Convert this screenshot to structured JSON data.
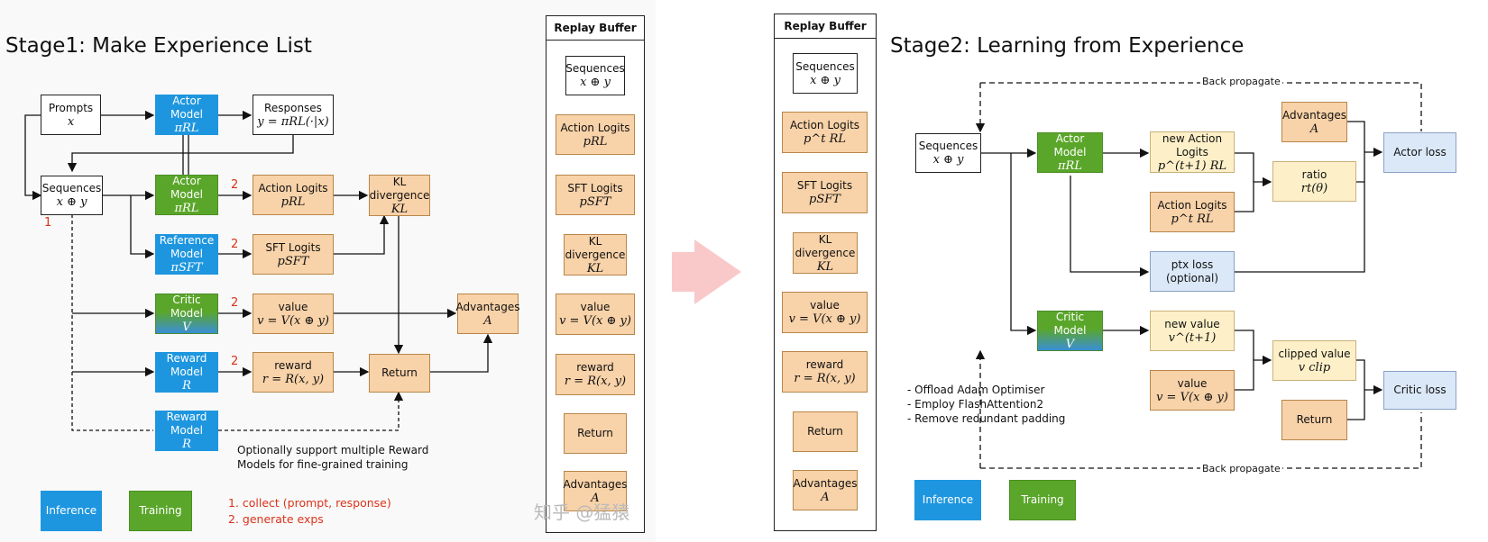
{
  "stage1": {
    "title": "Stage1: Make Experience List",
    "prompts": {
      "label": "Prompts",
      "math": "x"
    },
    "actor_infer": {
      "label": "Actor Model",
      "math": "πRL"
    },
    "responses": {
      "label": "Responses",
      "math": "y = πRL(·|x)"
    },
    "sequences": {
      "label": "Sequences",
      "math": "x ⊕ y"
    },
    "actor_train": {
      "label": "Actor Model",
      "math": "πRL"
    },
    "reference": {
      "label": "Reference Model",
      "math": "πSFT"
    },
    "critic": {
      "label": "Critic Model",
      "math": "V"
    },
    "reward1": {
      "label": "Reward Model",
      "math": "R"
    },
    "reward2": {
      "label": "Reward Model",
      "math": "R"
    },
    "action_logits": {
      "label": "Action Logits",
      "math": "pRL"
    },
    "sft_logits": {
      "label": "SFT Logits",
      "math": "pSFT"
    },
    "value": {
      "label": "value",
      "math": "v = V(x ⊕ y)"
    },
    "reward": {
      "label": "reward",
      "math": "r = R(x, y)"
    },
    "kl": {
      "label": "KL divergence",
      "math": "KL"
    },
    "return": {
      "label": "Return"
    },
    "advantages": {
      "label": "Advantages",
      "math": "A"
    },
    "num1": "1",
    "num2": "2",
    "optional_note": [
      "Optionally support multiple Reward",
      "Models for fine-grained training"
    ],
    "legend_inference": "Inference",
    "legend_training": "Training",
    "steps": [
      "1. collect (prompt, response)",
      "2. generate exps"
    ],
    "watermark": "知乎 @猛猿"
  },
  "buffer_left": {
    "title": "Replay Buffer",
    "items": [
      {
        "label": "Sequences",
        "math": "x ⊕ y"
      },
      {
        "label": "Action Logits",
        "math": "pRL"
      },
      {
        "label": "SFT Logits",
        "math": "pSFT"
      },
      {
        "label": "KL divergence",
        "math": "KL"
      },
      {
        "label": "value",
        "math": "v = V(x ⊕ y)"
      },
      {
        "label": "reward",
        "math": "r = R(x, y)"
      },
      {
        "label": "Return",
        "math": ""
      },
      {
        "label": "Advantages",
        "math": "A"
      }
    ]
  },
  "buffer_right": {
    "title": "Replay Buffer",
    "items": [
      {
        "label": "Sequences",
        "math": "x ⊕ y"
      },
      {
        "label": "Action Logits",
        "math": "p^t RL"
      },
      {
        "label": "SFT Logits",
        "math": "pSFT"
      },
      {
        "label": "KL divergence",
        "math": "KL"
      },
      {
        "label": "value",
        "math": "v = V(x ⊕ y)"
      },
      {
        "label": "reward",
        "math": "r = R(x, y)"
      },
      {
        "label": "Return",
        "math": ""
      },
      {
        "label": "Advantages",
        "math": "A"
      }
    ]
  },
  "stage2": {
    "title": "Stage2: Learning from Experience",
    "back_propagate": "Back propagate",
    "sequences": {
      "label": "Sequences",
      "math": "x ⊕ y"
    },
    "actor": {
      "label": "Actor Model",
      "math": "πRL"
    },
    "critic": {
      "label": "Critic Model",
      "math": "V"
    },
    "new_action_logits": {
      "label": "new Action Logits",
      "math": "p^(t+1) RL"
    },
    "action_logits": {
      "label": "Action Logits",
      "math": "p^t RL"
    },
    "advantages": {
      "label": "Advantages",
      "math": "A"
    },
    "ratio": {
      "label": "ratio",
      "math": "rt(θ)"
    },
    "actor_loss": "Actor loss",
    "ptx_loss": {
      "label": "ptx loss",
      "sub": "(optional)"
    },
    "new_value": {
      "label": "new value",
      "math": "v^(t+1)"
    },
    "value": {
      "label": "value",
      "math": "v = V(x ⊕ y)"
    },
    "clipped_value": {
      "label": "clipped value",
      "math": "v clip"
    },
    "return": "Return",
    "critic_loss": "Critic loss",
    "notes": [
      "- Offload Adam Optimiser",
      "- Employ FlashAttention2",
      "- Remove redundant padding"
    ],
    "legend_inference": "Inference",
    "legend_training": "Training"
  },
  "colors": {
    "inference": "#1e96df",
    "training": "#5aa62a",
    "experience": "#f8d2a8",
    "new": "#fdf0c8",
    "loss": "#dbe8f8",
    "arrow_hint": "#f9c9c9",
    "number_red": "#d9331a"
  }
}
